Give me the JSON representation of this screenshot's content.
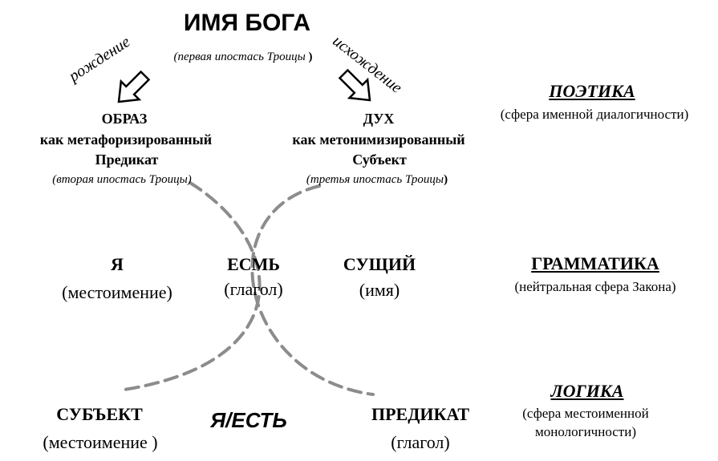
{
  "title": "ИМЯ БОГА",
  "first_hypostasis": "(первая ипостась Троицы",
  "first_hypostasis_paren": ")",
  "birth_label": "рождение",
  "procession_label": "исхождение",
  "image_block": {
    "line1": "ОБРАЗ",
    "line2": "как метафоризированный",
    "line3": "Предикат",
    "note": "(вторая ипостась Троицы)"
  },
  "spirit_block": {
    "line1": "ДУХ",
    "line2": "как  метонимизированный",
    "line3": "Субъект",
    "note": "(третья ипостась Троицы",
    "note_paren": ")"
  },
  "poetics": {
    "title": "ПОЭТИКА",
    "subtitle": "(сфера именной диалогичности)"
  },
  "grammar": {
    "title": "ГРАММАТИКА",
    "subtitle": "(нейтральная сфера Закона)"
  },
  "logic": {
    "title": "ЛОГИКА",
    "subtitle_line1": "(сфера местоименной",
    "subtitle_line2": "монологичности)"
  },
  "middle_row": {
    "ya": "Я",
    "ya_note": "(местоимение)",
    "esm": "ЕСМЬ",
    "esm_note": "(глагол)",
    "sushchiy": "СУЩИЙ",
    "sushchiy_note": "(имя)"
  },
  "bottom_row": {
    "subject": "СУБЪЕКТ",
    "subject_note": "(местоимение )",
    "ya_est": "Я/ЕСТЬ",
    "predicate": "ПРЕДИКАТ",
    "predicate_note": "(глагол)"
  },
  "colors": {
    "arc": "#8c8c8c",
    "text": "#000000"
  }
}
